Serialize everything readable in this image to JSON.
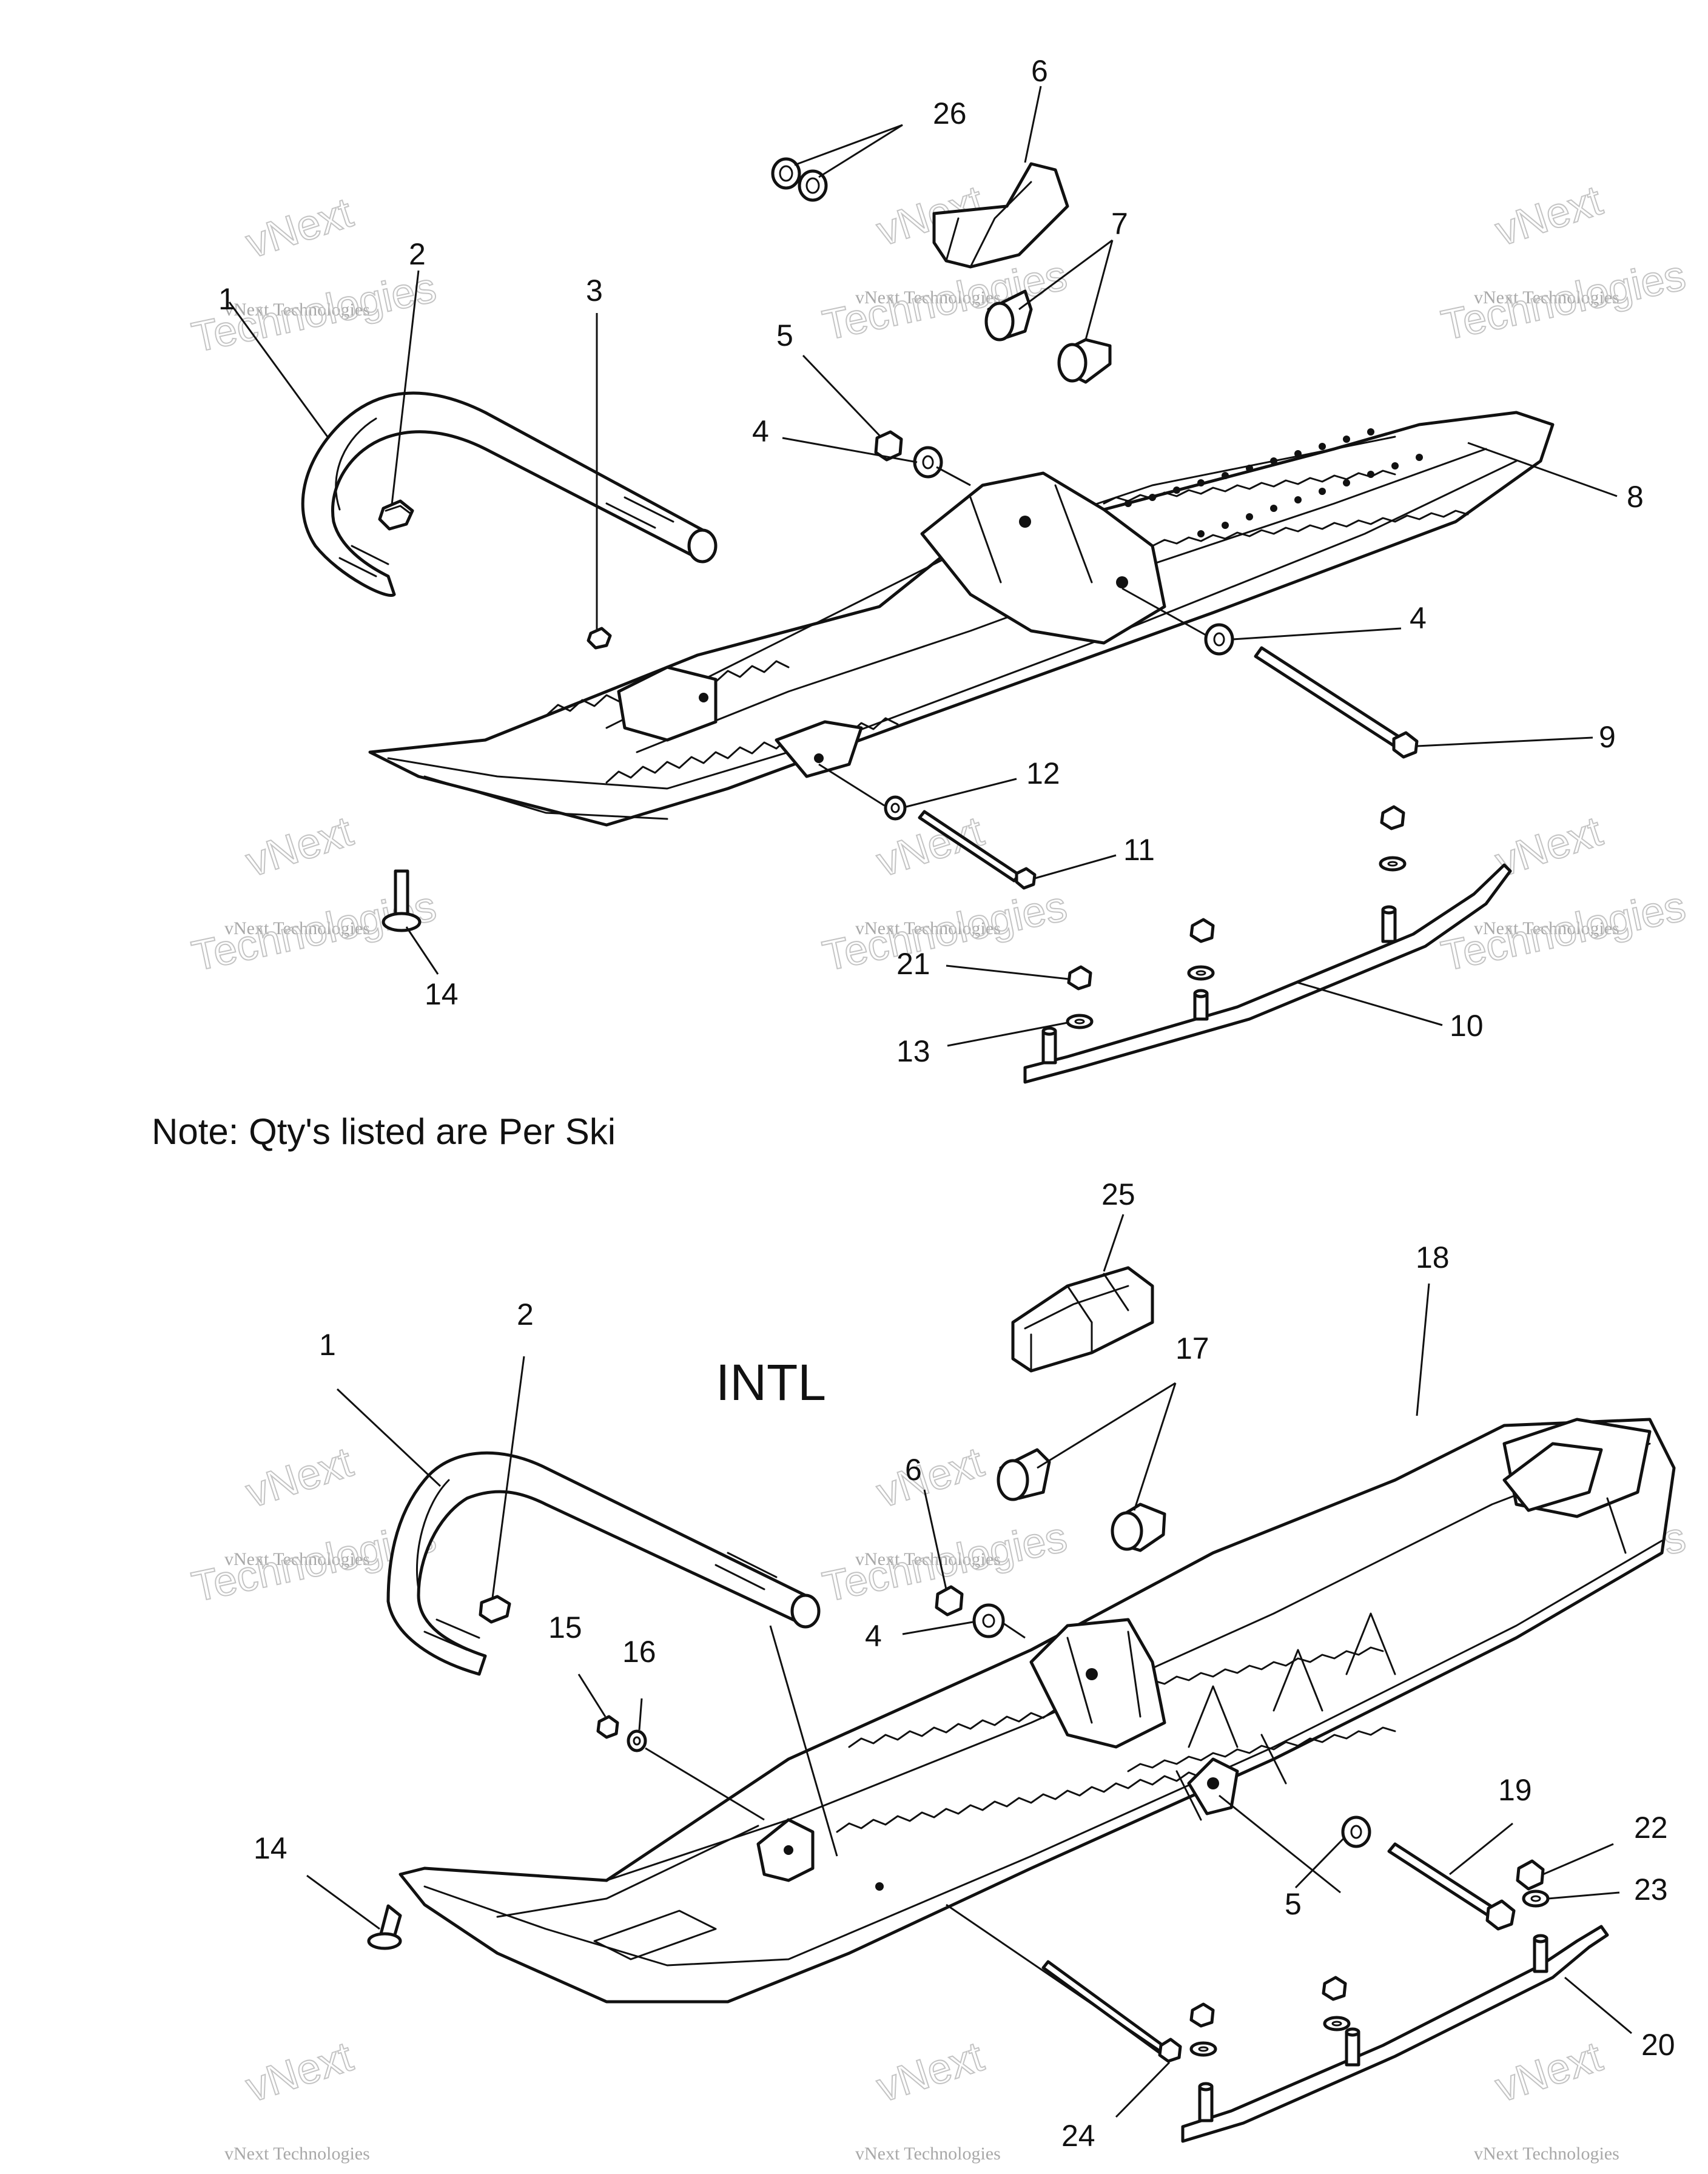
{
  "note": "Note: Qty's listed are Per Ski",
  "section_label": "INTL",
  "watermark": {
    "line1": "vNext Technologies",
    "big1": "vNext",
    "big2": "Technologies"
  },
  "callouts_top": [
    "26",
    "6",
    "7",
    "2",
    "1",
    "3",
    "5",
    "4",
    "8",
    "4",
    "9",
    "12",
    "11",
    "14",
    "21",
    "10",
    "13"
  ],
  "callouts_bottom": [
    "25",
    "18",
    "2",
    "1",
    "17",
    "6",
    "4",
    "15",
    "16",
    "19",
    "22",
    "14",
    "5",
    "23",
    "20",
    "24"
  ]
}
